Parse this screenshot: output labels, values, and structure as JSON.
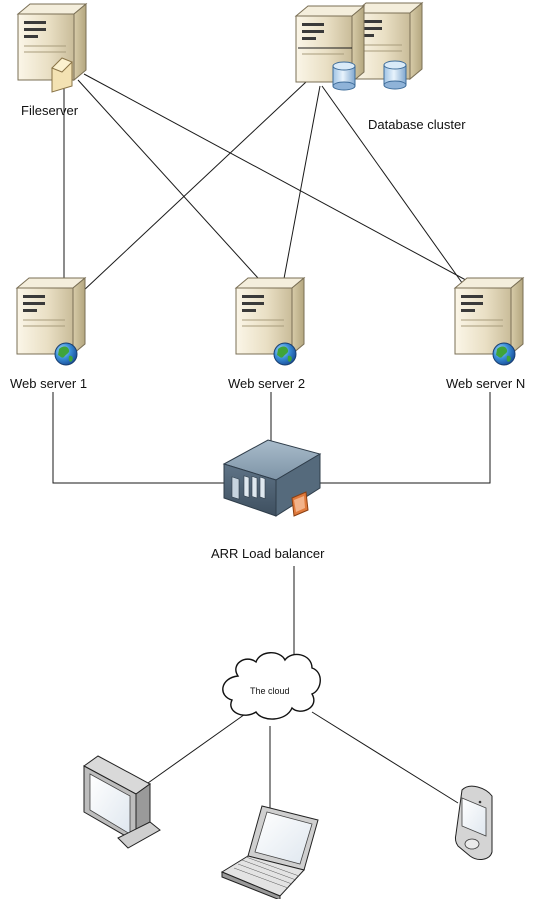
{
  "diagram": {
    "labels": {
      "fileserver": "Fileserver",
      "database_cluster": "Database cluster",
      "web_server_1": "Web server 1",
      "web_server_2": "Web server 2",
      "web_server_n": "Web server N",
      "load_balancer": "ARR Load balancer",
      "cloud": "The cloud"
    },
    "nodes": [
      {
        "id": "fileserver",
        "kind": "file-server",
        "label_key": "fileserver"
      },
      {
        "id": "database-cluster",
        "kind": "database-cluster",
        "label_key": "database_cluster"
      },
      {
        "id": "web-server-1",
        "kind": "web-server",
        "label_key": "web_server_1"
      },
      {
        "id": "web-server-2",
        "kind": "web-server",
        "label_key": "web_server_2"
      },
      {
        "id": "web-server-n",
        "kind": "web-server",
        "label_key": "web_server_n"
      },
      {
        "id": "load-balancer",
        "kind": "load-balancer",
        "label_key": "load_balancer"
      },
      {
        "id": "cloud",
        "kind": "cloud",
        "label_key": "cloud"
      },
      {
        "id": "desktop",
        "kind": "desktop-monitor"
      },
      {
        "id": "laptop",
        "kind": "laptop"
      },
      {
        "id": "mobile",
        "kind": "pda"
      }
    ],
    "edges": [
      [
        "fileserver",
        "web-server-1"
      ],
      [
        "fileserver",
        "web-server-2"
      ],
      [
        "fileserver",
        "web-server-n"
      ],
      [
        "database-cluster",
        "web-server-1"
      ],
      [
        "database-cluster",
        "web-server-2"
      ],
      [
        "database-cluster",
        "web-server-n"
      ],
      [
        "web-server-1",
        "load-balancer"
      ],
      [
        "web-server-2",
        "load-balancer"
      ],
      [
        "web-server-n",
        "load-balancer"
      ],
      [
        "load-balancer",
        "cloud"
      ],
      [
        "cloud",
        "desktop"
      ],
      [
        "cloud",
        "laptop"
      ],
      [
        "cloud",
        "mobile"
      ]
    ]
  }
}
